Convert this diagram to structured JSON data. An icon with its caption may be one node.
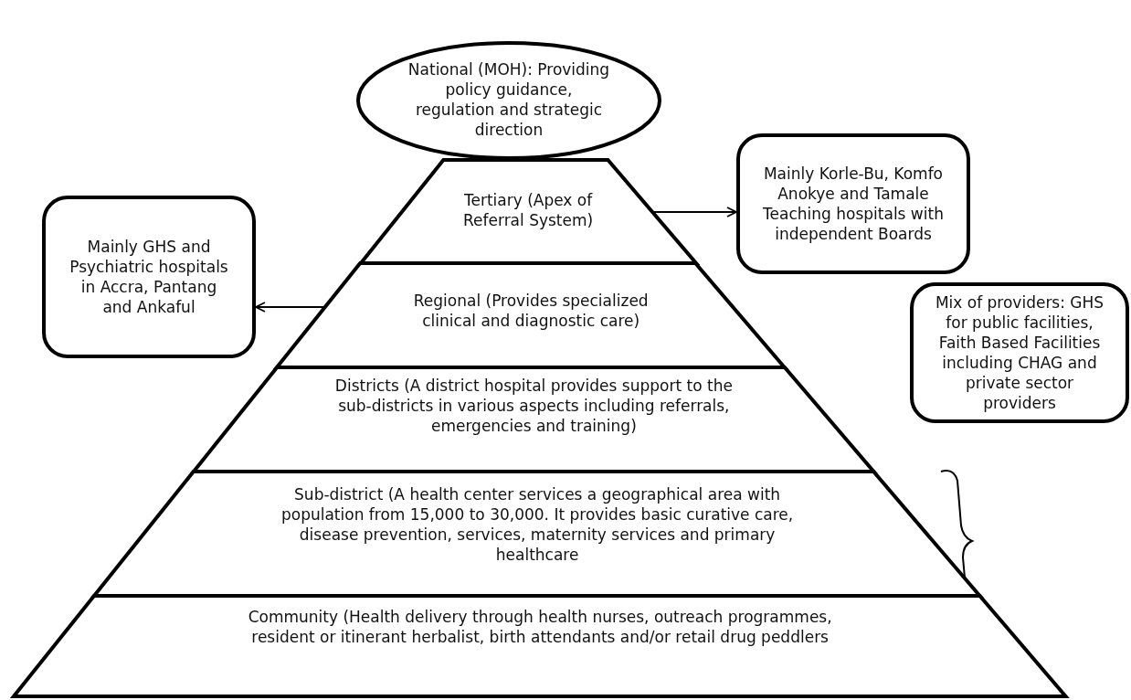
{
  "diagram": {
    "nodes": [
      {
        "text": [
          "National (MOH): Providing policy guidance, regulation and strategic direction"
        ]
      },
      {
        "text": [
          "Tertiary (Apex of Referral System)"
        ]
      },
      {
        "text": [
          "Regional (Provides specialized clinical and diagnostic care)"
        ]
      },
      {
        "text": [
          "Districts (A district hospital provides support to the sub-districts in various aspects including referrals, emergencies and training)"
        ]
      },
      {
        "text": [
          "Sub-district (A health center services a geographical area with population from 15,000 to 30,000. It provides basic curative care, disease prevention, services, maternity services and primary healthcare"
        ]
      },
      {
        "text": [
          "Community (Health delivery through health nurses, outreach programmes, resident or itinerant herbalist, birth attendants and/or retail drug peddlers"
        ]
      },
      {
        "text": [
          "Mainly Korle-Bu, Komfo Anokye and Tamale Teaching hospitals with independent Boards"
        ]
      },
      {
        "text": [
          "Mainly GHS and Psychiatric hospitals in Accra, Pantang and Ankaful"
        ]
      },
      {
        "text": [
          "Mix of providers: GHS for public facilities, Faith Based Facilities including CHAG and private sector providers"
        ]
      }
    ],
    "edges": [
      {
        "from": 1,
        "to": 6,
        "arrow": "to"
      },
      {
        "from": 2,
        "to": 7,
        "arrow": "to"
      }
    ]
  }
}
